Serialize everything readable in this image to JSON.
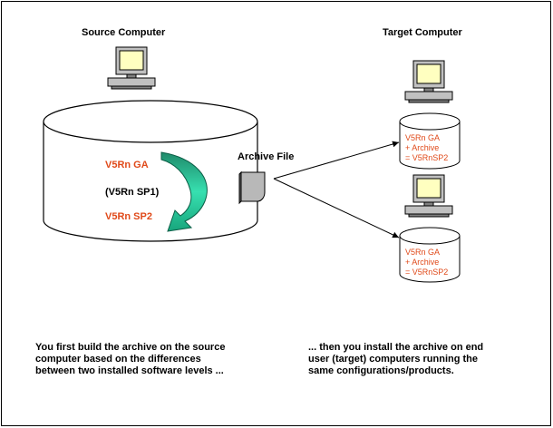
{
  "source": {
    "title": "Source Computer",
    "level_ga": "V5Rn GA",
    "level_sp1": "(V5Rn SP1)",
    "level_sp2": "V5Rn SP2"
  },
  "target": {
    "title": "Target Computer",
    "disk1_lines": [
      "V5Rn GA",
      "+ Archive",
      "= V5RnSP2"
    ],
    "disk2_lines": [
      "V5Rn GA",
      "+ Archive",
      "= V5RnSP2"
    ]
  },
  "archive": {
    "label": "Archive File"
  },
  "captions": {
    "left": [
      "You first build the archive on the source",
      "computer based on the differences",
      "between two installed software levels ..."
    ],
    "right": [
      "... then you install the archive on end",
      "user (target) computers running the",
      "same configurations/products."
    ]
  },
  "colors": {
    "accent_red": "#e04a1a",
    "arrow_teal": "#2ecfa0",
    "monitor_yellow": "#ffffc0",
    "disk_fill": "#ffffff"
  },
  "icons": [
    "computer-icon",
    "archive-file-icon",
    "curved-arrow-icon"
  ]
}
